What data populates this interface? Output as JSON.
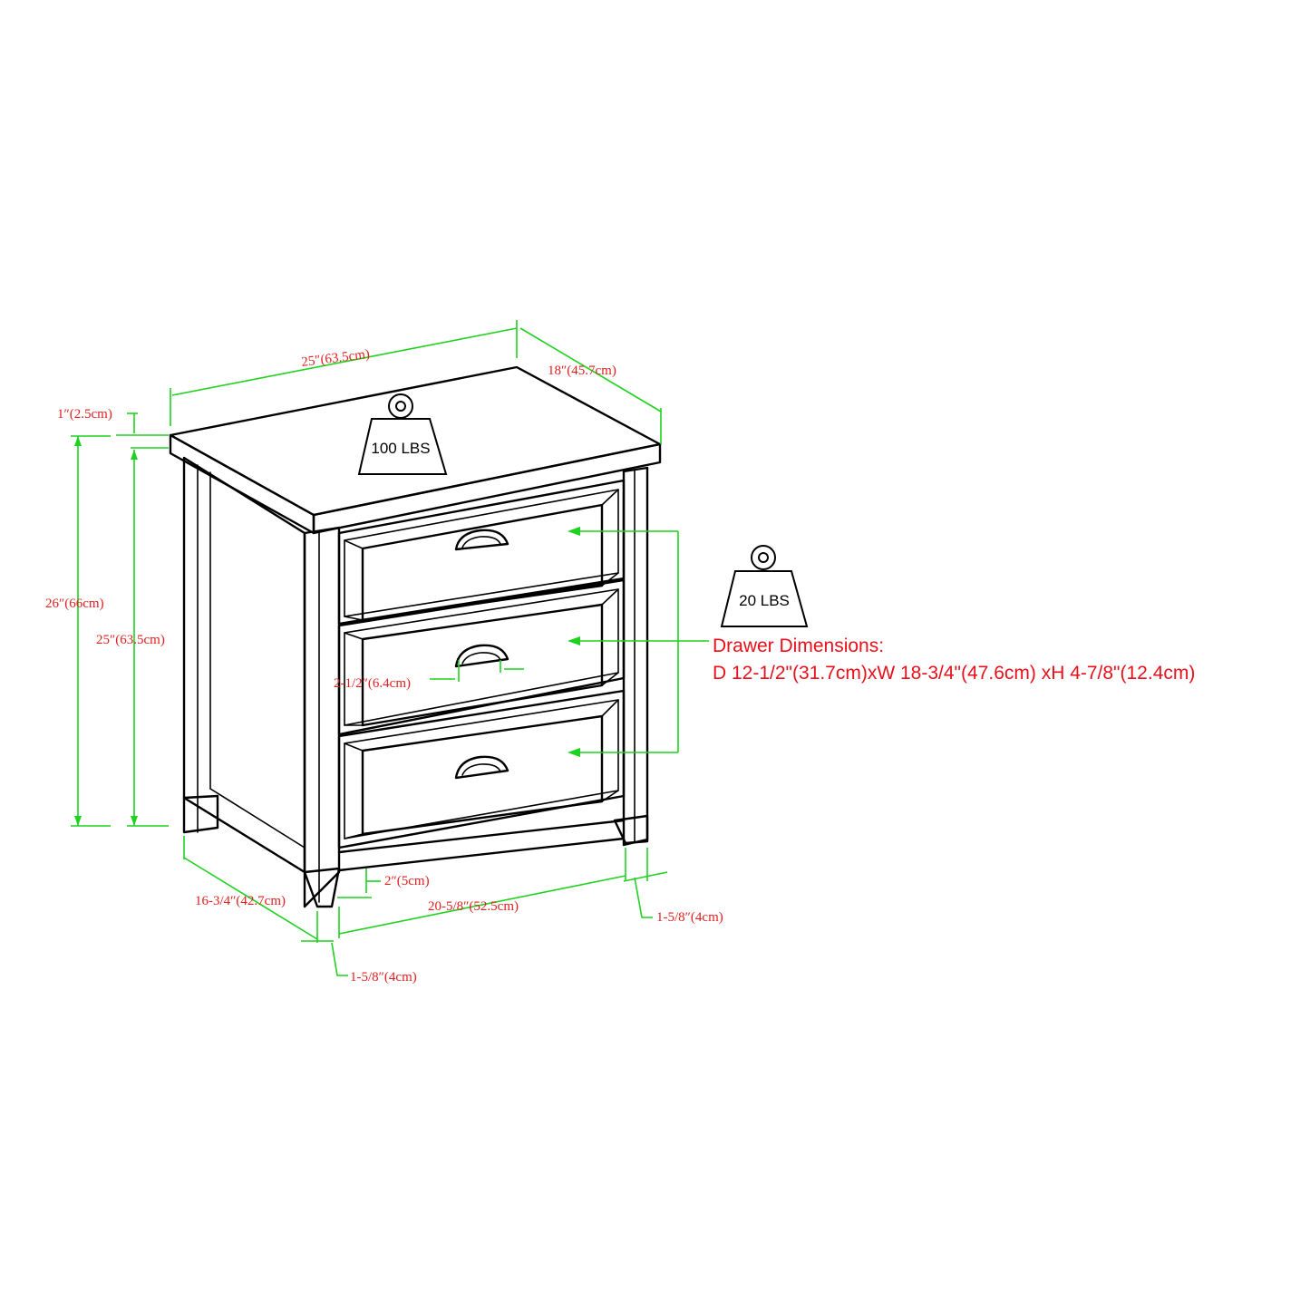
{
  "dimensions": {
    "width_top": "25″(63.5cm)",
    "depth_top": "18″(45.7cm)",
    "top_thickness": "1″(2.5cm)",
    "total_height": "26″(66cm)",
    "body_height": "25″(63.5cm)",
    "side_depth": "16-3/4″(42.7cm)",
    "inner_width": "20-5/8″(52.5cm)",
    "leg_height": "2″(5cm)",
    "leg_width_front": "1-5/8″(4cm)",
    "leg_width_right": "1-5/8″(4cm)",
    "handle_width": "2-1/2″(6.4cm)"
  },
  "weights": {
    "top_capacity": "100 LBS",
    "drawer_capacity": "20 LBS"
  },
  "drawer_note": {
    "title": "Drawer Dimensions:",
    "detail": "D 12-1/2\"(31.7cm)xW 18-3/4\"(47.6cm) xH 4-7/8\"(12.4cm)"
  },
  "colors": {
    "dimension_line": "#1fd21f",
    "dimension_text": "#e02020",
    "note_text": "#e8101a",
    "outline": "#000000"
  }
}
